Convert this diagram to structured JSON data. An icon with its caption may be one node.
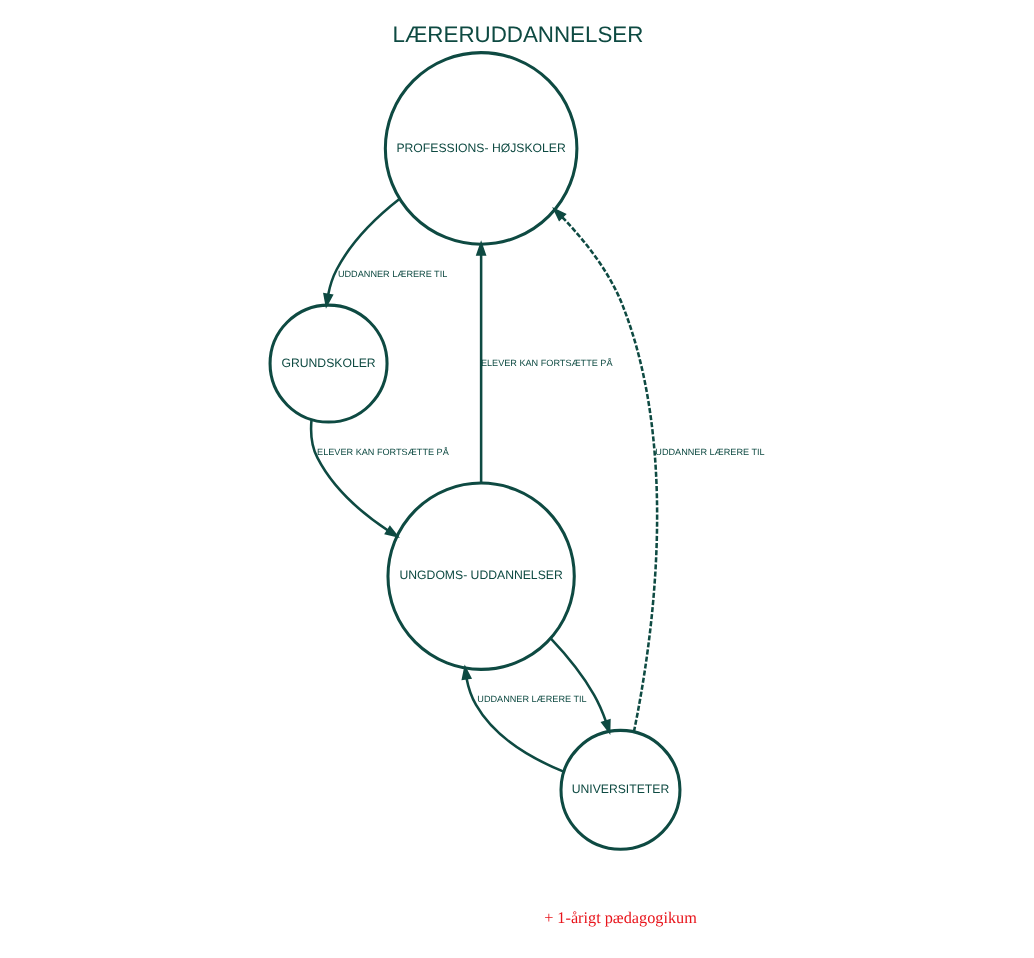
{
  "diagram": {
    "title": "LÆRERUDDANNELSER",
    "nodes": [
      {
        "text": [
          "PROFESSIONS- HØJSKOLER"
        ]
      },
      {
        "text": [
          "GRUNDSKOLER"
        ]
      },
      {
        "text": [
          "UNIVERSITETER"
        ]
      },
      {
        "text": [
          "UNGDOMS- UDDANNELSER"
        ]
      }
    ],
    "edges": [
      {
        "from": 2,
        "to": 0,
        "arrow": "to",
        "label": "UDDANNER LÆRERE TIL",
        "style": "dashed"
      },
      {
        "from": 0,
        "to": 1,
        "arrow": "to",
        "label": "UDDANNER LÆRERE TIL"
      },
      {
        "from": 1,
        "to": 3,
        "arrow": "to",
        "label": "ELEVER KAN FORTSÆTTE PÅ"
      },
      {
        "from": 2,
        "to": 3,
        "arrow": "to",
        "label": "UDDANNER LÆRERE TIL"
      },
      {
        "from": 3,
        "to": 0,
        "arrow": "to",
        "label": "ELEVER KAN FORTSÆTTE PÅ"
      },
      {
        "from": 3,
        "to": 2,
        "arrow": "to"
      }
    ],
    "labels": [
      "+ 1-årigt pædagogikum"
    ]
  }
}
